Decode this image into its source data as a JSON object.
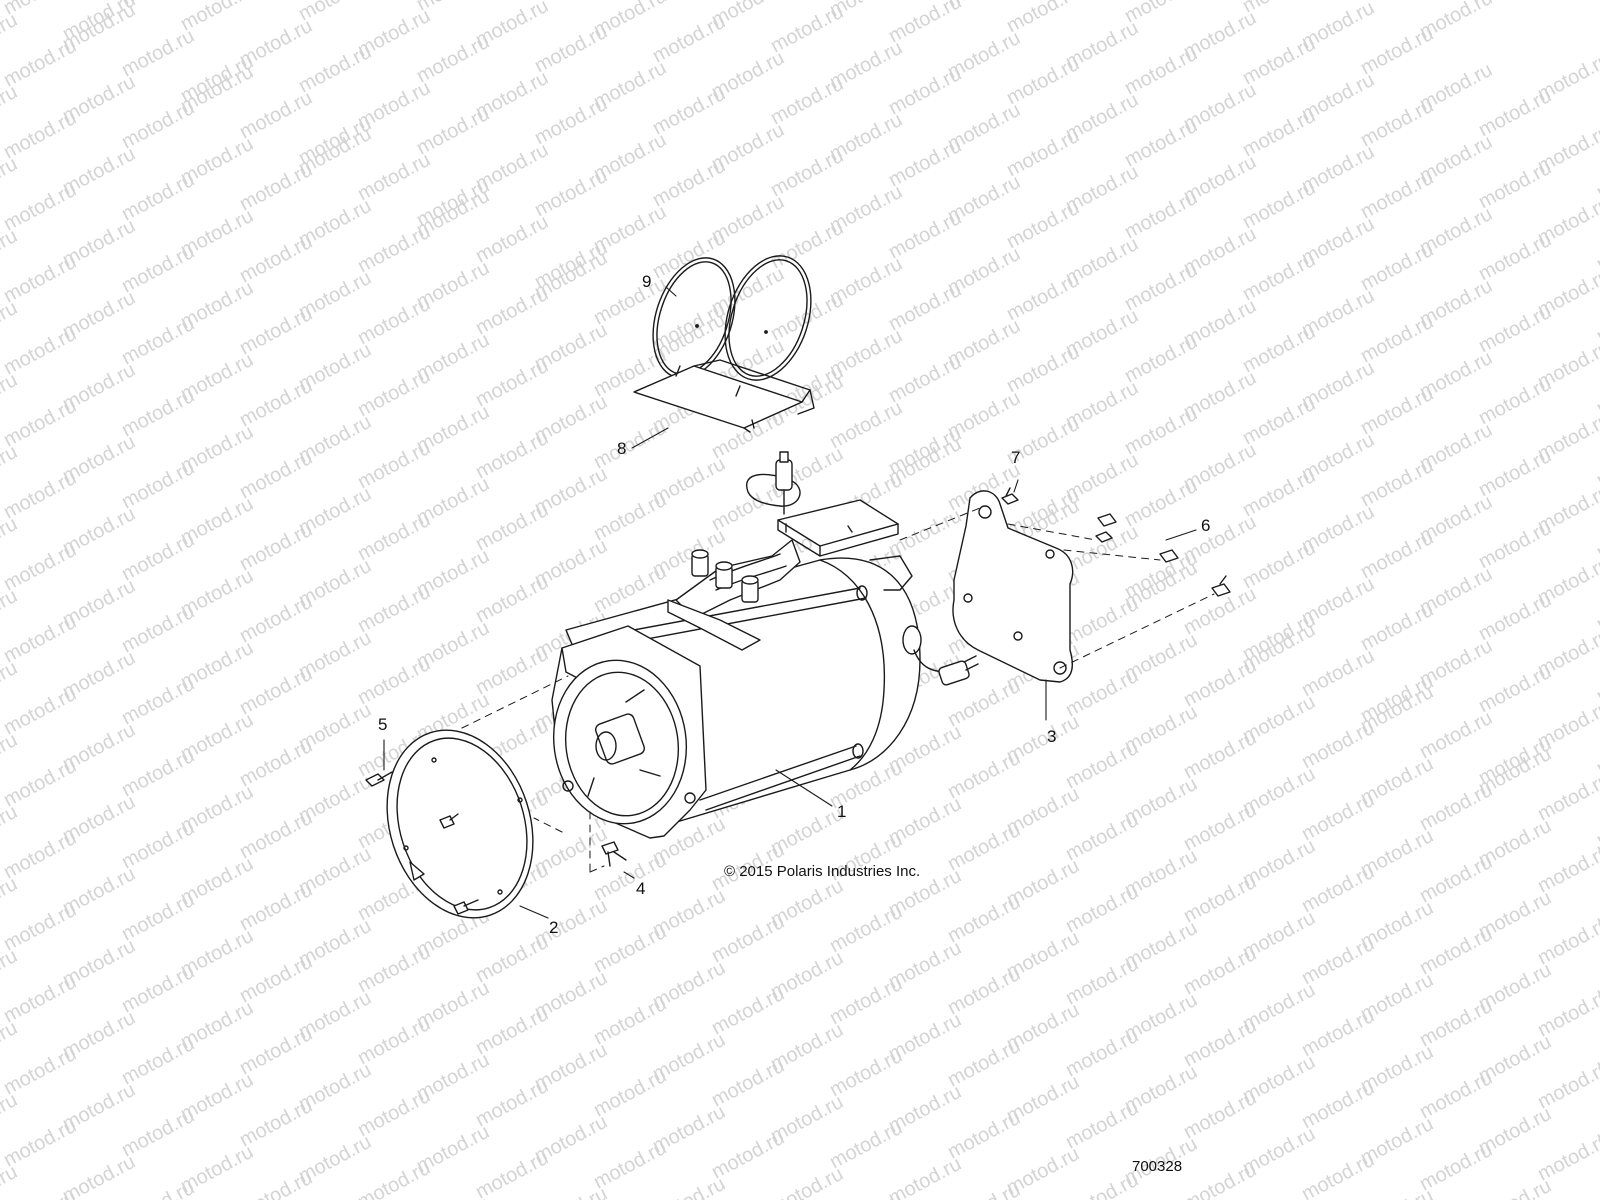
{
  "watermark": {
    "text": "motod.ru"
  },
  "callouts": {
    "c1": "1",
    "c2": "2",
    "c3": "3",
    "c4": "4",
    "c5": "5",
    "c6": "6",
    "c7": "7",
    "c8": "8",
    "c9": "9"
  },
  "copyright": "© 2015 Polaris Industries Inc.",
  "figure_number": "700328",
  "colors": {
    "line": "#1a1a1a",
    "watermark": "#d4d4d4",
    "background": "#ffffff"
  }
}
